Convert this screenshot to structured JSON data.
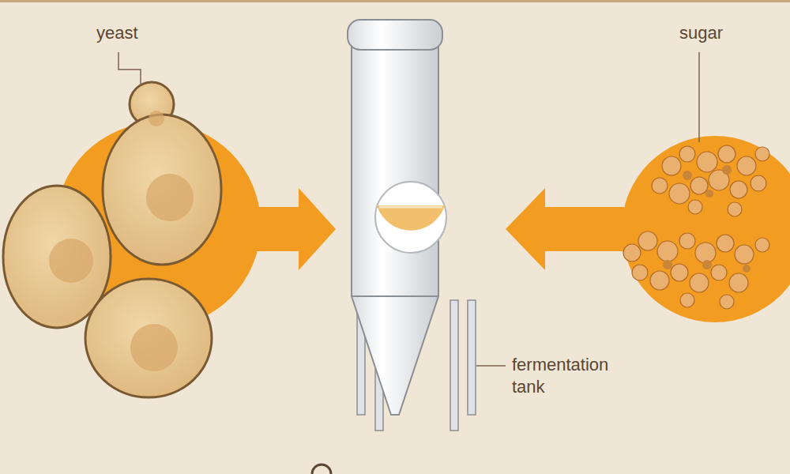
{
  "diagram": {
    "labels": [
      "yeast",
      "sugar",
      "fermentation tank"
    ]
  }
}
